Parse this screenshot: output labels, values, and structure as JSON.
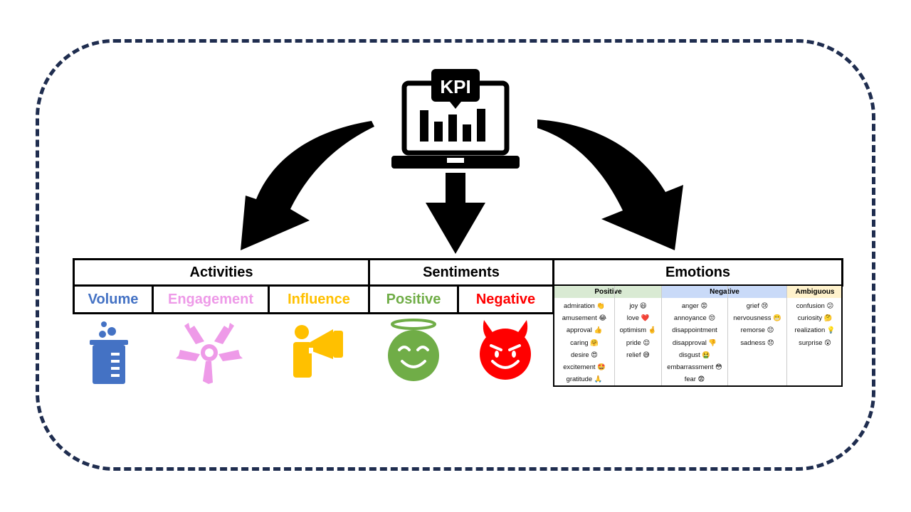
{
  "top": {
    "kpi_label": "KPI"
  },
  "categories": {
    "activities": "Activities",
    "sentiments": "Sentiments",
    "emotions": "Emotions"
  },
  "activities": {
    "volume": {
      "label": "Volume",
      "color": "#4472c4",
      "icon": "beaker-icon"
    },
    "engagement": {
      "label": "Engagement",
      "color": "#ee9ae8",
      "icon": "hands-circle-icon"
    },
    "influence": {
      "label": "Influence",
      "color": "#ffc000",
      "icon": "megaphone-person-icon"
    }
  },
  "sentiments": {
    "positive": {
      "label": "Positive",
      "color": "#70ad47",
      "icon": "angel-smiley-icon"
    },
    "negative": {
      "label": "Negative",
      "color": "#ff0000",
      "icon": "devil-smiley-icon"
    }
  },
  "emotions_table": {
    "positive": {
      "title": "Positive",
      "header_color": "#d9ead3",
      "col1": [
        "admiration 👏",
        "amusement 😂",
        "approval 👍",
        "caring 🤗",
        "desire 😍",
        "excitement 🤩",
        "gratitude 🙏"
      ],
      "col2": [
        "joy 😃",
        "love ❤️",
        "optimism 🤞",
        "pride 😌",
        "relief 😅"
      ]
    },
    "negative": {
      "title": "Negative",
      "header_color": "#c9daf8",
      "col1": [
        "anger 😡",
        "annoyance 😒",
        "disappointment",
        "disapproval 👎",
        "disgust 🤮",
        "embarrassment 😳",
        "fear 😨"
      ],
      "col2": [
        "grief 😢",
        "nervousness 😬",
        "remorse 😔",
        "sadness 😞"
      ]
    },
    "ambiguous": {
      "title": "Ambiguous",
      "header_color": "#fff2cc",
      "col1": [
        "confusion 😕",
        "curiosity 🤔",
        "realization 💡",
        "surprise 😲"
      ]
    }
  }
}
